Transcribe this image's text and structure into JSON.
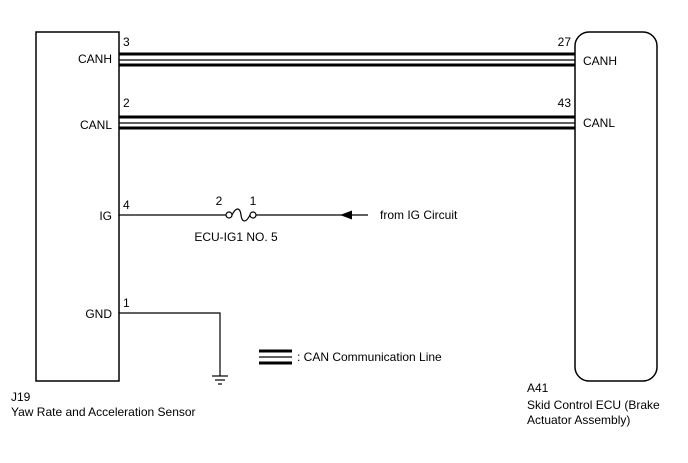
{
  "left_component": {
    "code": "J19",
    "name": "Yaw Rate and Acceleration Sensor",
    "pins": {
      "canh": {
        "label": "CANH",
        "number": "3"
      },
      "canl": {
        "label": "CANL",
        "number": "2"
      },
      "ig": {
        "label": "IG",
        "number": "4"
      },
      "gnd": {
        "label": "GND",
        "number": "1"
      }
    }
  },
  "right_component": {
    "code": "A41",
    "name_line1": "Skid Control ECU (Brake",
    "name_line2": "Actuator Assembly)",
    "pins": {
      "canh": {
        "label": "CANH",
        "number": "27"
      },
      "canl": {
        "label": "CANL",
        "number": "43"
      }
    }
  },
  "fuse": {
    "name": "ECU-IG1 NO. 5",
    "pin_left": "2",
    "pin_right": "1"
  },
  "ig_source": "from IG Circuit",
  "legend": {
    "text": ": CAN Communication Line"
  }
}
